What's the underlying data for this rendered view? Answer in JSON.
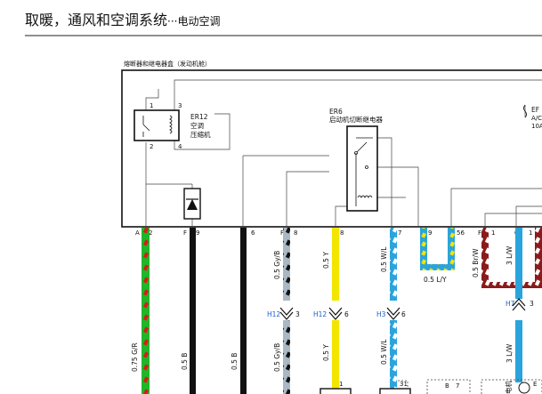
{
  "header": {
    "title_main": "取暖，通风和空调系统",
    "title_sub": "···电动空调"
  },
  "fuse_box": {
    "title": "熔断器和继电器盒（发动机舱）"
  },
  "relays": {
    "er12": {
      "code": "ER12",
      "name_line1": "空调",
      "name_line2": "压缩机",
      "pins": [
        "1",
        "3",
        "2",
        "4"
      ]
    },
    "er6": {
      "code": "ER6",
      "name": "启动机切断继电器"
    },
    "ef": {
      "code": "EF",
      "line2": "A/C",
      "line3": "10A"
    }
  },
  "connector_pins": [
    {
      "name": "A",
      "num": "2"
    },
    {
      "name": "F",
      "num": "9"
    },
    {
      "name": "",
      "num": "6"
    },
    {
      "name": "F",
      "num": "8"
    },
    {
      "name": "",
      "num": "8"
    },
    {
      "name": "",
      "num": "7"
    },
    {
      "name": "",
      "num": "9"
    },
    {
      "name": "",
      "num": "56"
    },
    {
      "name": "F",
      "num": "1"
    },
    {
      "name": "C",
      "num": "1"
    }
  ],
  "wires": {
    "gr": "0.75 G/R",
    "b1": "0.5 B",
    "b2": "0.5 B",
    "gyb_top": "0.5 Gy/B",
    "gyb_bottom": "0.5 Gy/B",
    "y_top": "0.5 Y",
    "y_bottom": "0.5 Y",
    "wl_top": "0.5 W/L",
    "wl_bottom": "0.5 W/L",
    "ly": "0.5 L/Y",
    "brw": "0.5 Br/W",
    "lw_top": "3 L/W",
    "lw_bottom": "3 L/W"
  },
  "inline_connectors": [
    {
      "name": "H12",
      "pin": "3"
    },
    {
      "name": "H12",
      "pin": "6"
    },
    {
      "name": "H3",
      "pin": "6"
    },
    {
      "name": "H7",
      "pin": "3"
    }
  ],
  "bottom_labels": {
    "y_pin": "1",
    "wl_pin": "31",
    "b_conn": "B",
    "b_pin": "7",
    "motor": "电机",
    "e_label": "E"
  }
}
